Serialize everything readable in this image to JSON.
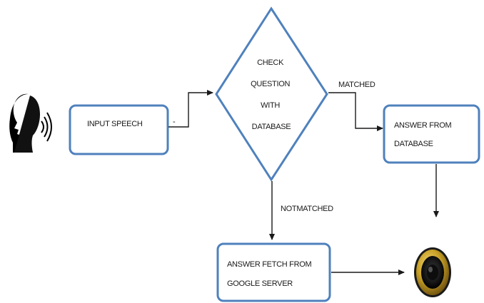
{
  "nodes": {
    "input_speech": {
      "label": "INPUT SPEECH"
    },
    "check_question": {
      "lines": [
        "CHECK",
        "QUESTION",
        "WITH",
        "DATABASE"
      ]
    },
    "answer_database": {
      "lines": [
        "ANSWER FROM",
        "DATABASE"
      ]
    },
    "answer_google": {
      "lines": [
        "ANSWER FETCH FROM",
        "GOOGLE SERVER"
      ]
    }
  },
  "edges": {
    "matched": "MATCHED",
    "not_matched": "NOTMATCHED",
    "input_tick": "-"
  },
  "icons": {
    "speaker_person": "speaking-head-icon",
    "loudspeaker": "loudspeaker-icon"
  },
  "colors": {
    "node_border": "#4f81bd",
    "text": "#1a1a1a",
    "speaker_rim": "#c9a227"
  }
}
